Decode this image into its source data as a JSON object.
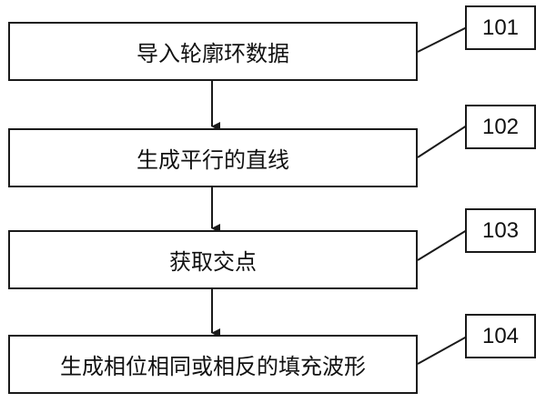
{
  "steps": [
    {
      "label": "导入轮廓环数据",
      "ref": "101"
    },
    {
      "label": "生成平行的直线",
      "ref": "102"
    },
    {
      "label": "获取交点",
      "ref": "103"
    },
    {
      "label": "生成相位相同或相反的填充波形",
      "ref": "104"
    }
  ]
}
